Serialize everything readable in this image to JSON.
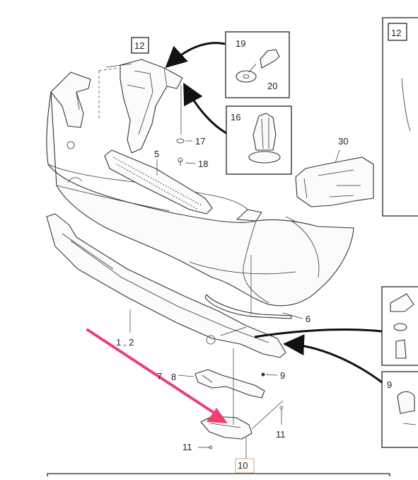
{
  "callouts": {
    "bumper_cover": "1 , 2",
    "grille_insert": "5",
    "reflector_strip": "6",
    "bracket_left": "7",
    "bracket_part": "8",
    "clip_screw": "9",
    "tow_cover": "10",
    "clip_left": "11",
    "clip_right": "11",
    "mount_bracket_box": "12",
    "side_panel_top": "12",
    "clip_16": "16",
    "nut_17": "17",
    "screw_18": "18",
    "washer_19": "19",
    "bolt_20": "20",
    "side_bracket": "30",
    "side_panel_bottom": "9"
  },
  "colors": {
    "arrow_pink": "#ee3f73",
    "line": "#333333"
  },
  "icons": {
    "pointer_arrow": "pink-arrow-icon",
    "leader_arrow": "black-arrow-icon"
  }
}
